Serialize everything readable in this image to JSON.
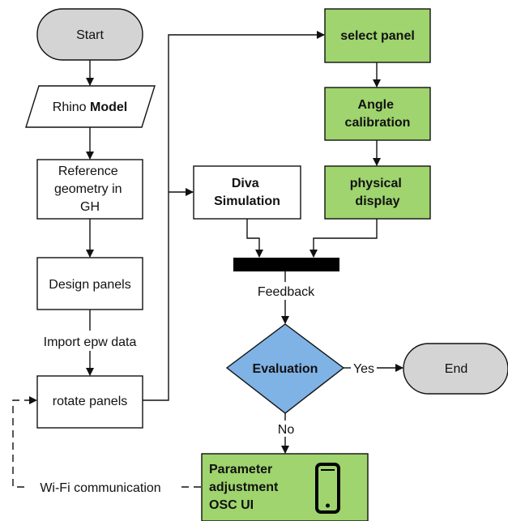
{
  "nodes": {
    "start": "Start",
    "rhino_plain": "Rhino ",
    "rhino_bold": "Model",
    "reference": [
      "Reference",
      "geometry in",
      "GH"
    ],
    "design": "Design panels",
    "rotate": "rotate panels",
    "diva": [
      "Diva",
      "Simulation"
    ],
    "select": "select panel",
    "angle": [
      "Angle",
      "calibration"
    ],
    "physical": [
      "physical",
      "display"
    ],
    "evaluation": "Evaluation",
    "end": "End",
    "parameter": [
      "Parameter",
      "adjustment",
      "OSC UI"
    ]
  },
  "edge_labels": {
    "import": "Import epw data",
    "feedback": "Feedback",
    "yes": "Yes",
    "no": "No",
    "wifi": "Wi-Fi communication"
  },
  "colors": {
    "green": "#9fd46e",
    "blue": "#7fb2e5",
    "grey": "#d4d4d4",
    "bar": "#000000"
  },
  "icons": {
    "phone": "smartphone-icon"
  }
}
